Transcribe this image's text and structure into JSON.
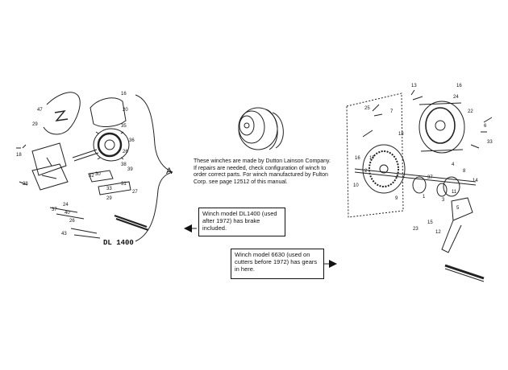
{
  "center_note": "These winches are made by Dutton Lainson Company. If repairs are needed, check configuration of winch to order correct parts. For winch manufactured by Fulton Corp. see page 12512 of this manual.",
  "left_box": "Winch model DL1400 (used after 1972) has brake included.",
  "right_box": "Winch model 6630 (used on cutters before 1972) has gears in here.",
  "left_model_label": "DL 1400",
  "callout_letter": "A",
  "left_callouts": [
    "47",
    "29",
    "16",
    "20",
    "35",
    "36",
    "26",
    "38",
    "39",
    "28",
    "32",
    "30",
    "31",
    "27",
    "33",
    "29",
    "18",
    "37",
    "40",
    "24",
    "26",
    "43"
  ],
  "right_callouts": [
    "13",
    "16",
    "24",
    "22",
    "6",
    "33",
    "25",
    "7",
    "18",
    "17",
    "16",
    "2",
    "10",
    "9",
    "1",
    "4",
    "37",
    "3",
    "8",
    "11",
    "14",
    "5",
    "23",
    "15",
    "12"
  ]
}
